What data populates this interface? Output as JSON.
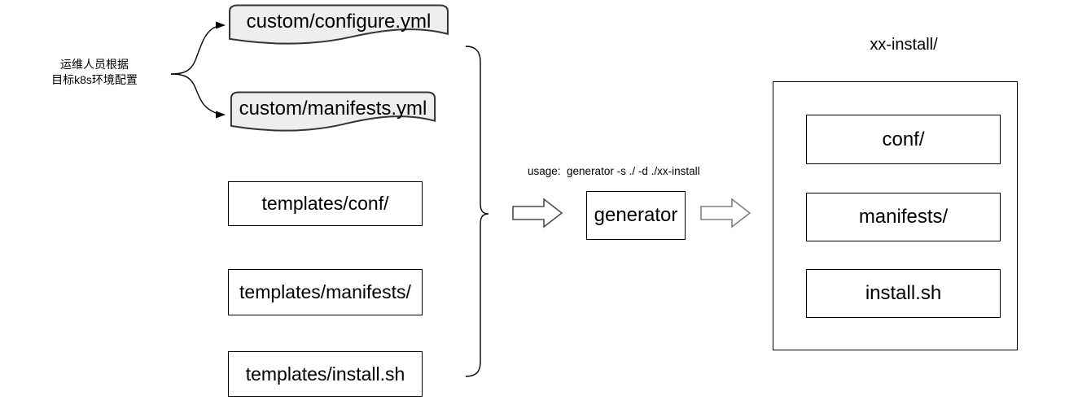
{
  "annotation": {
    "line1": "运维人员根据",
    "line2": "目标k8s环境配置"
  },
  "custom_files": [
    {
      "label": "custom/configure.yml"
    },
    {
      "label": "custom/manifests.yml"
    }
  ],
  "templates": [
    {
      "label": "templates/conf/"
    },
    {
      "label": "templates/manifests/"
    },
    {
      "label": "templates/install.sh"
    }
  ],
  "generator": {
    "label": "generator",
    "usage": "usage:  generator -s ./ -d ./xx-install"
  },
  "output": {
    "title": "xx-install/",
    "items": [
      {
        "label": "conf/"
      },
      {
        "label": "manifests/"
      },
      {
        "label": "install.sh"
      }
    ]
  },
  "colors": {
    "document_fill": "#eeeeee",
    "document_stroke": "#333333",
    "box_stroke": "#000000",
    "arrow_stroke_left": "#4d4d4d",
    "arrow_stroke_right": "#808080",
    "text": "#000000"
  }
}
